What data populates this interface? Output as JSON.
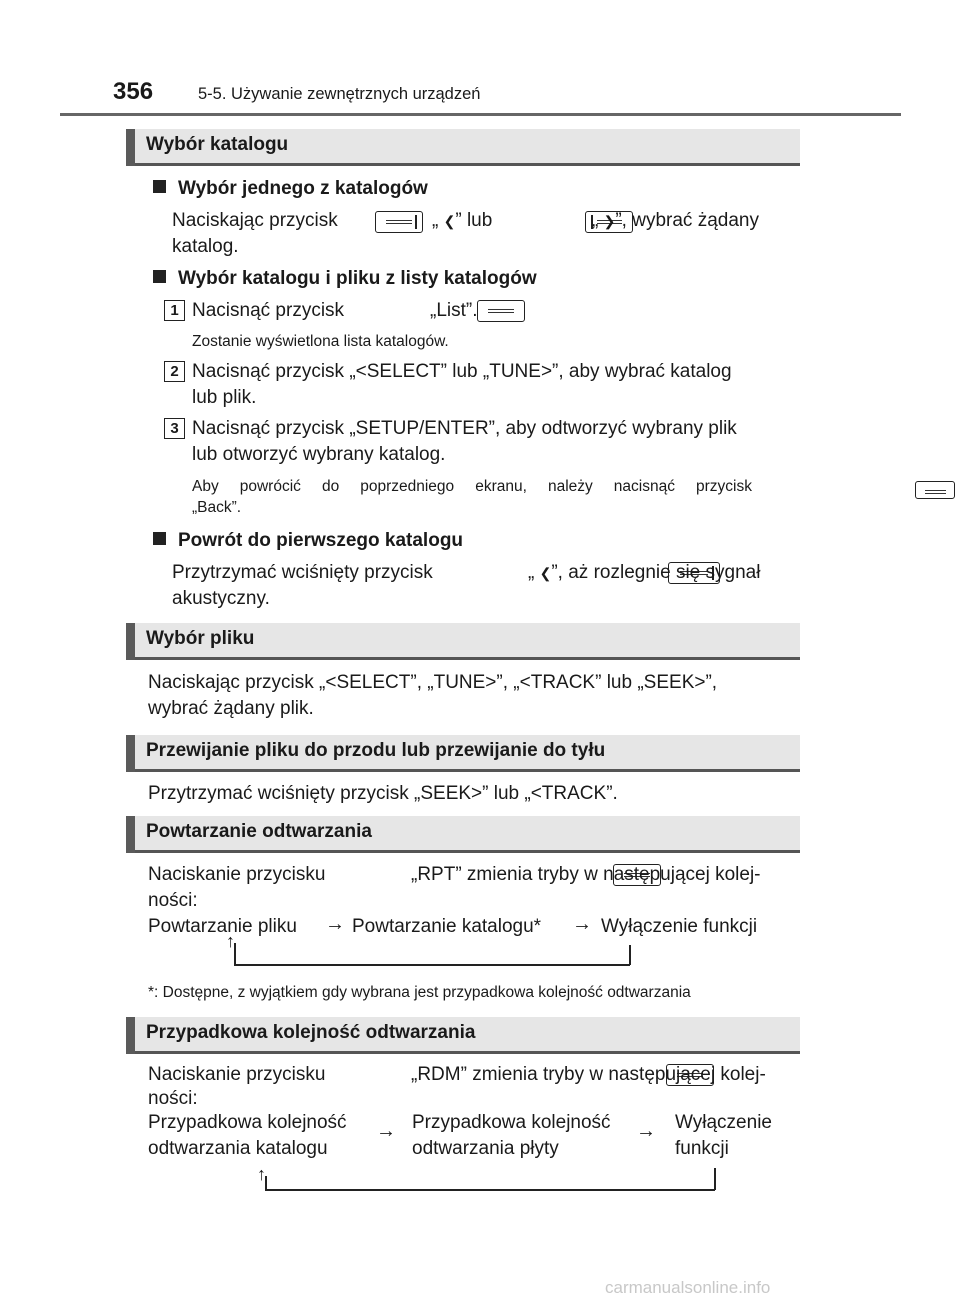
{
  "header": {
    "page_number": "356",
    "chapter": "5-5. Używanie zewnętrznych urządzeń"
  },
  "s1": {
    "title": "Wybór katalogu",
    "sub1": {
      "title": "Wybór jednego z katalogów",
      "l1a": "Naciskając przycisk",
      "l1b": "„",
      "l1c": "” lub",
      "l1d": "„",
      "l1e": "”, wybrać żądany",
      "l2": "katalog."
    },
    "sub2": {
      "title": "Wybór katalogu i pliku z listy katalogów",
      "s1n": "1",
      "s1a": "Nacisnąć przycisk",
      "s1b": "„List”.",
      "s1note": "Zostanie wyświetlona lista katalogów.",
      "s2n": "2",
      "s2l1": "Nacisnąć przycisk „<SELECT” lub „TUNE>”, aby wybrać katalog",
      "s2l2": "lub plik.",
      "s3n": "3",
      "s3l1": "Nacisnąć przycisk „SETUP/ENTER”, aby odtworzyć wybrany plik",
      "s3l2": "lub otworzyć wybrany katalog.",
      "note_a": "Aby powrócić do poprzedniego ekranu, należy nacisnąć przycisk",
      "note_b": "„Back”."
    },
    "sub3": {
      "title": "Powrót do pierwszego katalogu",
      "l1a": "Przytrzymać wciśnięty przycisk",
      "l1b": "„",
      "l1c": "”, aż rozlegnie się sygnał",
      "l2": "akustyczny."
    }
  },
  "s2": {
    "title": "Wybór pliku",
    "l1": "Naciskając przycisk „<SELECT”, „TUNE>”, „<TRACK” lub „SEEK>”,",
    "l2": "wybrać żądany plik."
  },
  "s3": {
    "title": "Przewijanie pliku do przodu lub przewijanie do tyłu",
    "l1": "Przytrzymać wciśnięty przycisk „SEEK>” lub „<TRACK”."
  },
  "s4": {
    "title": "Powtarzanie odtwarzania",
    "l1a": "Naciskanie przycisku",
    "l1b": "„RPT” zmienia tryby w następującej kolej-",
    "l2": "ności:",
    "f1": "Powtarzanie pliku",
    "f2": "Powtarzanie katalogu*",
    "f3": "Wyłączenie funkcji",
    "footnote": "*: Dostępne, z wyjątkiem gdy wybrana jest przypadkowa kolejność odtwarzania"
  },
  "s5": {
    "title": "Przypadkowa kolejność odtwarzania",
    "l1a": "Naciskanie przycisku",
    "l1b": "„RDM” zmienia tryby w następującej kolej-",
    "l2": "ności:",
    "a1": "Przypadkowa kolejność",
    "a2": "odtwarzania katalogu",
    "b1": "Przypadkowa kolejność",
    "b2": "odtwarzania płyty",
    "c1": "Wyłączenie",
    "c2": "funkcji"
  },
  "watermark": "carmanualsonline.info",
  "symbols": {
    "arrow_right": "→",
    "arrow_up": "↑",
    "chev_left": "❮",
    "chev_right": "❯"
  }
}
